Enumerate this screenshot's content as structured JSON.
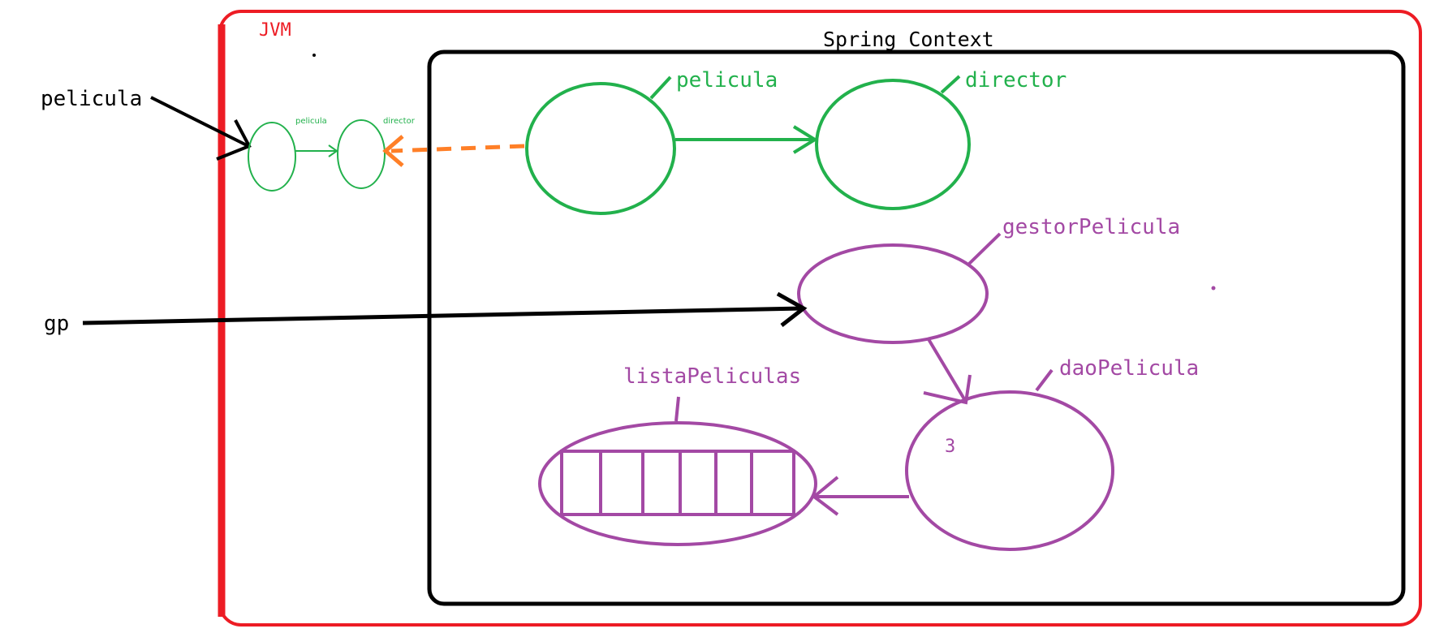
{
  "colors": {
    "jvm": "#ed1c24",
    "spring": "#000000",
    "bean_green": "#22b14c",
    "bean_purple": "#a349a4",
    "arrow_orange": "#ff7f27",
    "reference_arrow": "#000000"
  },
  "jvm": {
    "label": "JVM"
  },
  "spring_context": {
    "label": "Spring Context"
  },
  "references": {
    "pelicula": "pelicula",
    "gp": "gp"
  },
  "beans": {
    "pelicula": "pelicula",
    "director": "director",
    "gestor_pelicula": "gestorPelicula",
    "dao_pelicula": "daoPelicula",
    "dao_pelicula_value": "3",
    "lista_peliculas": "listaPeliculas"
  },
  "copy": {
    "pelicula": "pelicula",
    "director": "director"
  }
}
